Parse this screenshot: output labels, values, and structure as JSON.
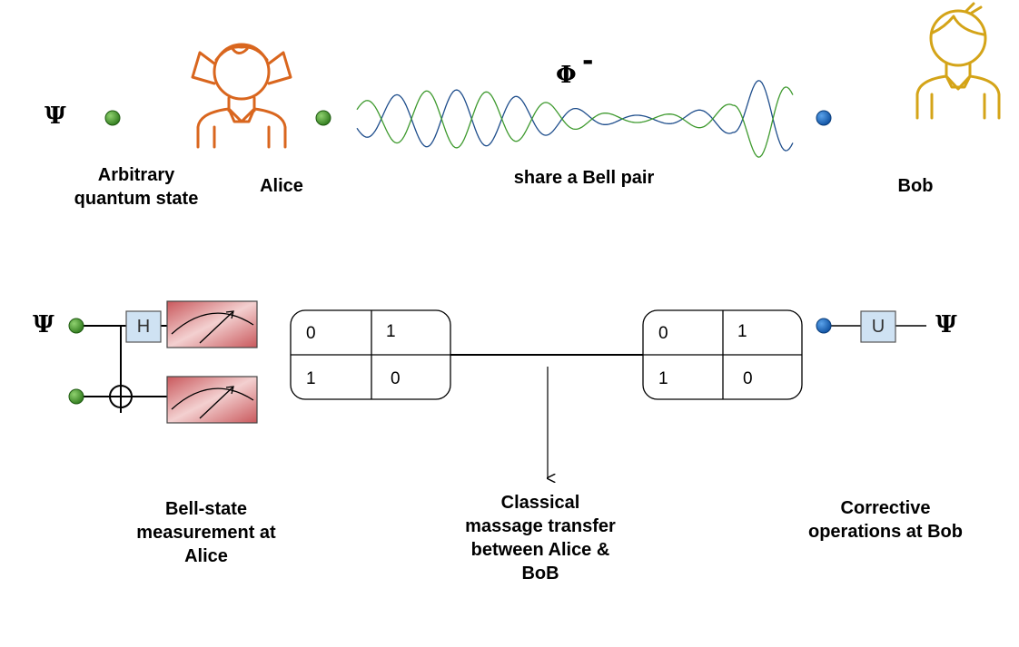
{
  "top": {
    "psi_symbol": "Ψ",
    "arbitrary_label": "Arbitrary\nquantum state",
    "alice_label": "Alice",
    "phi_symbol": "Φ",
    "phi_superscript": "-",
    "bell_pair_label": "share a Bell pair",
    "bob_label": "Bob"
  },
  "bottom": {
    "psi_in_symbol": "Ψ",
    "psi_out_symbol": "Ψ",
    "h_gate": "H",
    "u_gate": "U",
    "alice_table": [
      [
        "0",
        "1"
      ],
      [
        "1",
        "0"
      ]
    ],
    "bob_table": [
      [
        "0",
        "1"
      ],
      [
        "1",
        "0"
      ]
    ],
    "measurement_caption": "Bell-state\nmeasurement at\nAlice",
    "transfer_caption": "Classical\nmassage transfer\nbetween Alice &\nBoB",
    "corrective_caption": "Corrective\noperations at Bob"
  },
  "colors": {
    "alice": "#d9661e",
    "bob": "#d4a418",
    "green_qubit": "#3a8a22",
    "blue_qubit": "#1565c0",
    "wave_blue": "#1f4e8c",
    "wave_green": "#3f9a2f",
    "meter_fill": "#d9787b",
    "gate_fill": "#cfe2f3"
  }
}
